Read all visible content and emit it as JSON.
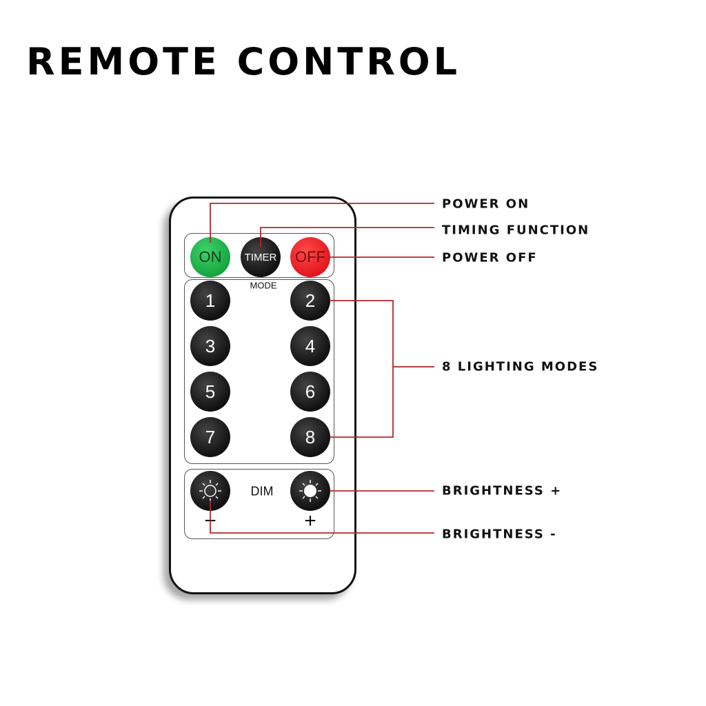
{
  "title": "REMOTE CONTROL",
  "remote": {
    "power_on": "ON",
    "timer": "TIMER",
    "power_off": "OFF",
    "mode_label": "MODE",
    "modes": [
      "1",
      "2",
      "3",
      "4",
      "5",
      "6",
      "7",
      "8"
    ],
    "dim_label": "DIM",
    "minus": "−",
    "plus": "+"
  },
  "callouts": {
    "power_on": "POWER ON",
    "timing": "TIMING FUNCTION",
    "power_off": "POWER OFF",
    "modes": "8 LIGHTING MODES",
    "bright_plus": "BRIGHTNESS +",
    "bright_minus": "BRIGHTNESS -"
  },
  "colors": {
    "line": "#b3262c",
    "on": "#14a23e",
    "off": "#e0141c"
  }
}
